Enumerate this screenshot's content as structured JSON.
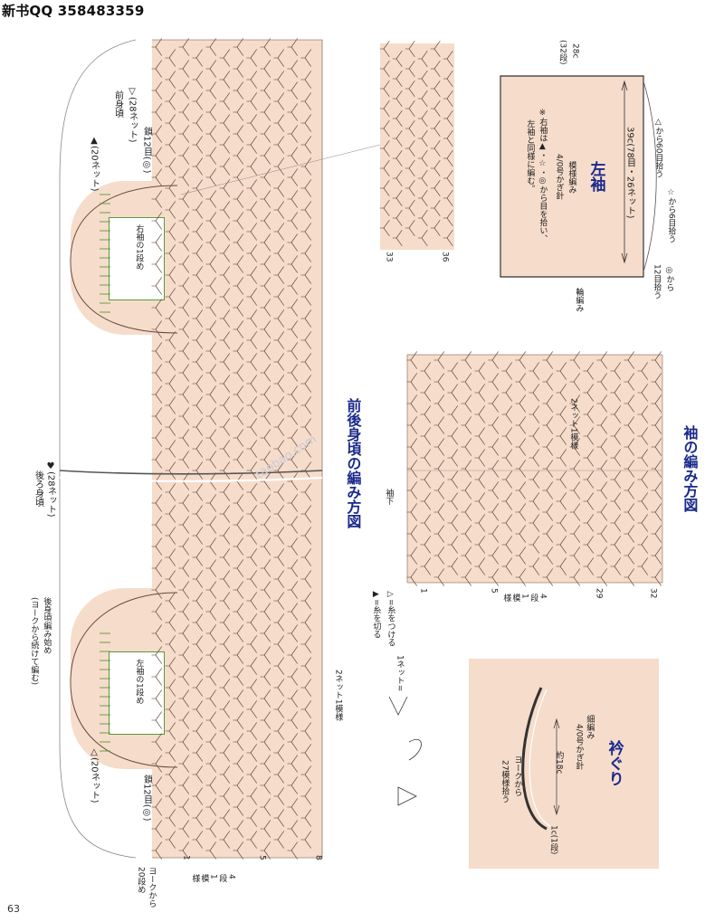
{
  "page": {
    "header": "新书QQ 358483359",
    "page_number": "63",
    "watermark": "taobao.com"
  },
  "body_chart": {
    "title": "前後身頃の編み方図",
    "front_label": "前身頃",
    "front_count": "▽(28ネット)",
    "back_label": "後ろ身頃",
    "back_count": "♥(28ネット)",
    "top_count": "▲(20ネット)",
    "bottom_count": "△(20ネット)",
    "row12_top": "鎖12目(◎)",
    "row12_bottom": "鎖12目(◎)",
    "right_sleeve_row1": "右袖の1段め",
    "left_sleeve_row1": "左袖の1段め",
    "back_start_1": "後身頃編み始め",
    "back_start_2": "(ヨークから続けて編む)",
    "yoke_from_1": "ヨークから",
    "yoke_from_2": "20段め",
    "pattern_repeat": "2ネット1模様",
    "row_4": "4",
    "row_label_1": "段",
    "row_label_2": "1",
    "row_label_3": "模",
    "row_label_4": "様",
    "row_1": "1",
    "row_5": "5",
    "row_8": "8"
  },
  "sleeve_chart": {
    "title": "袖の編み方図",
    "pattern_repeat": "2ネット1模様",
    "cuff": "袖下",
    "row_32": "32",
    "row_29": "29",
    "row_5": "5",
    "row_1": "1",
    "row_4": "4",
    "row_unit": "段",
    "row_one": "1",
    "row_mo": "模",
    "row_yo": "様"
  },
  "sleeve_detail": {
    "row_36": "36",
    "row_33": "33"
  },
  "left_sleeve": {
    "title": "左袖",
    "pattern": "模様編み",
    "hook": "4/0号かぎ針",
    "width": "39c(78目・26ネット)",
    "length_1": "28c",
    "length_2": "(32段)",
    "note_1": "※右袖は▲・☆・◎から目を拾い、",
    "note_2": "左袖と同様に編む。",
    "pick_1": "△から60目拾う",
    "pick_2": "☆から6目拾う",
    "pick_3a": "◎から",
    "pick_3b": "12目拾う",
    "edge": "輪編み"
  },
  "collar": {
    "title": "衿ぐり",
    "method": "細編み",
    "hook": "4/0号かぎ針",
    "length": "約18c",
    "pick_1": "ヨークから",
    "pick_2": "27模様拾う",
    "height": "1c(1段)"
  },
  "legend": {
    "attach": "▷=糸をつける",
    "cut": "▶=糸を切る",
    "net": "1ネット="
  },
  "colors": {
    "panel": "#f6dccb",
    "stitch": "#6a4a3a",
    "green": "#5a9a3a",
    "title": "#1a2a8c"
  }
}
